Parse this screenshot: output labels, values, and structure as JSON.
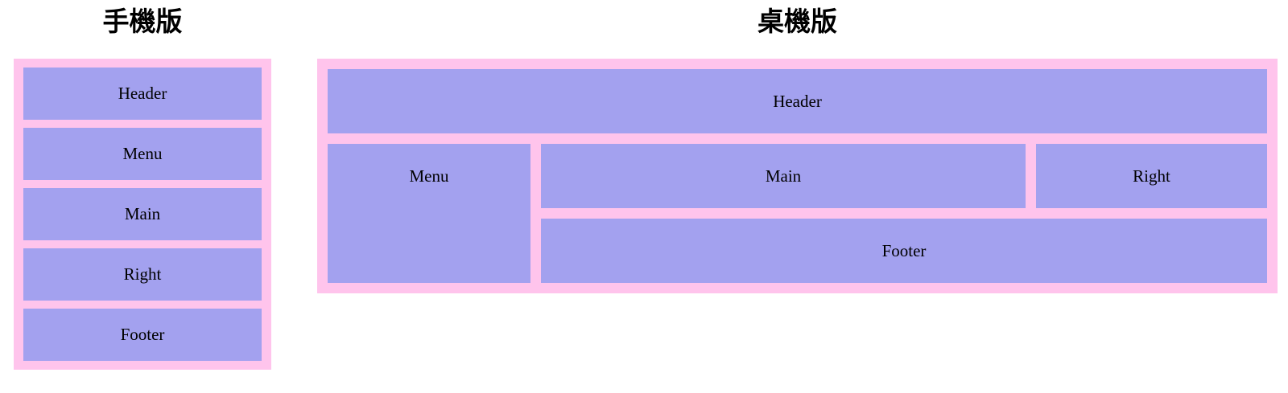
{
  "colors": {
    "container-bg": "#ffc4ec",
    "box-bg": "#a3a1ef",
    "box-text": "#000000",
    "title-text": "#000000",
    "page-bg": "#ffffff"
  },
  "mobile": {
    "title": "手機版",
    "boxes": [
      "Header",
      "Menu",
      "Main",
      "Right",
      "Footer"
    ]
  },
  "desktop": {
    "title": "桌機版",
    "header": "Header",
    "menu": "Menu",
    "main": "Main",
    "right": "Right",
    "footer": "Footer"
  }
}
